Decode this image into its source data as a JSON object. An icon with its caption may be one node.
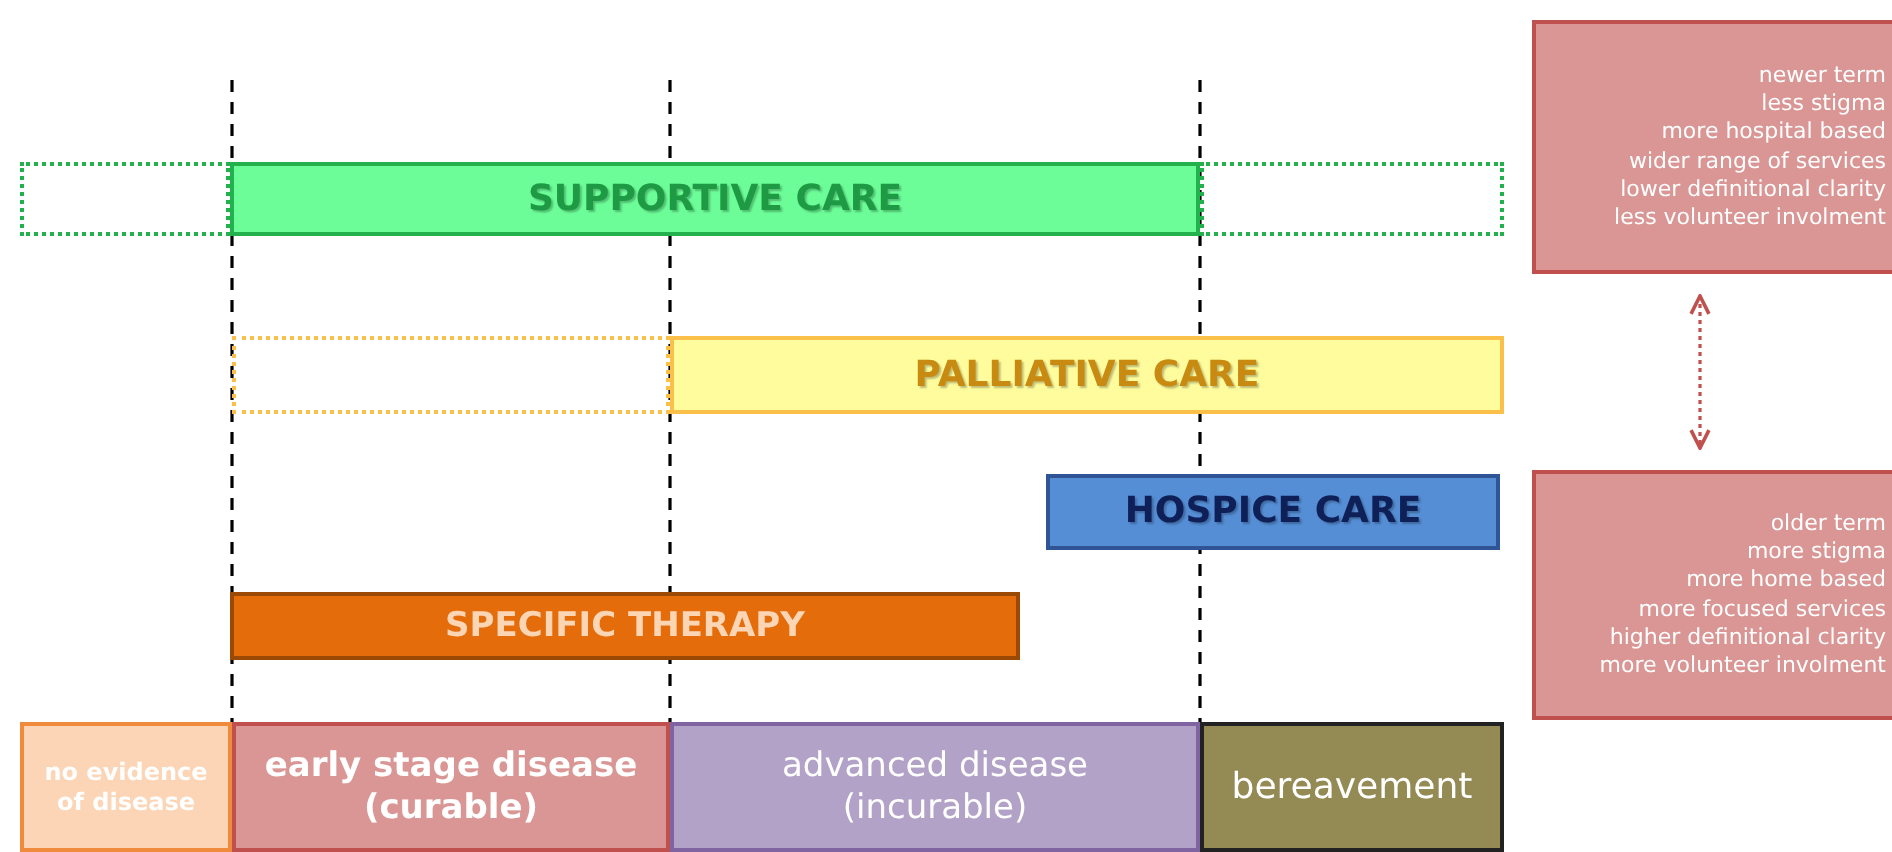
{
  "diagram": {
    "nodes": [
      {
        "text": [
          "SUPPORTIVE CARE"
        ]
      },
      {
        "text": [
          "PALLIATIVE CARE"
        ]
      },
      {
        "text": [
          "HOSPICE CARE"
        ]
      },
      {
        "text": [
          "SPECIFIC THERAPY"
        ]
      },
      {
        "text": [
          "no evidence of disease"
        ]
      },
      {
        "text": [
          "early stage disease (curable)"
        ]
      },
      {
        "text": [
          "advanced disease (incurable)"
        ]
      },
      {
        "text": [
          "bereavement"
        ]
      },
      {
        "text": [
          "newer term",
          "less stigma",
          "more hospital based",
          "wider range of services",
          "lower definitional clarity",
          "less volunteer involment"
        ]
      },
      {
        "text": [
          "older term",
          "more stigma",
          "more home based",
          "more focused services",
          "higher definitional clarity",
          "more volunteer involment"
        ]
      },
      {
        "text": [],
        "shape": "box"
      },
      {
        "text": [],
        "shape": "box"
      },
      {
        "text": [],
        "shape": "box"
      }
    ],
    "edges": [
      {
        "from": 8,
        "to": 9,
        "arrow": "both",
        "style": "dashed",
        "color": "#c0504d"
      }
    ]
  }
}
